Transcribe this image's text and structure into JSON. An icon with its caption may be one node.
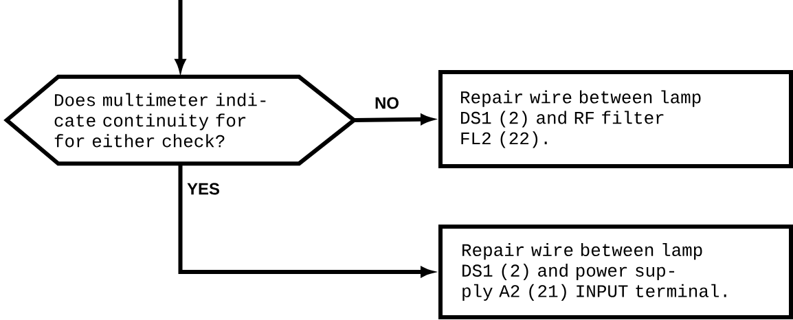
{
  "diagram": {
    "nodes": [
      {
        "text": [
          "Does multimeter indi- cate continuity for for either check?"
        ]
      },
      {
        "text": [
          "Repair wire between lamp DS1 (2) and RF filter FL2 (22)."
        ]
      },
      {
        "text": [
          "Repair wire between lamp DS1 (2) and power sup- ply A2 (21) INPUT terminal."
        ]
      }
    ],
    "edges": [
      {
        "from": null,
        "to": 0,
        "arrow": "to"
      },
      {
        "from": 0,
        "to": 1,
        "arrow": "to",
        "label": "NO"
      },
      {
        "from": 0,
        "to": 2,
        "arrow": "to",
        "label": "YES"
      }
    ]
  }
}
